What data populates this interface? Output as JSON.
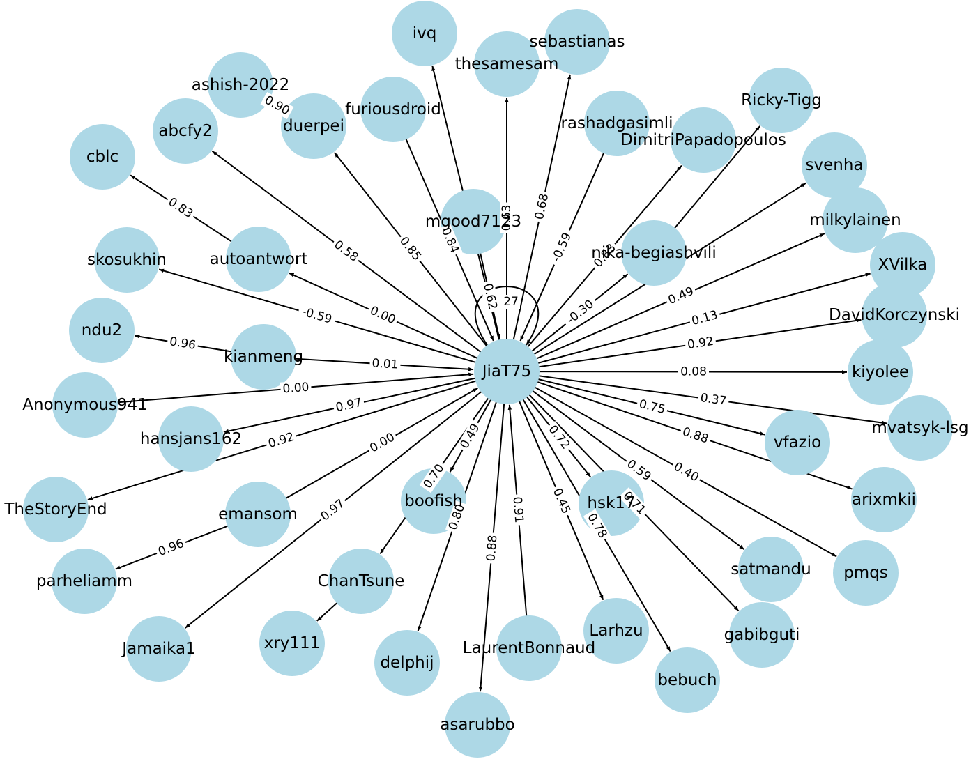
{
  "graph": {
    "center": "JiaT75",
    "self_loop_label": "27",
    "nodes": [
      {
        "id": "JiaT75"
      },
      {
        "id": "ivq"
      },
      {
        "id": "sebastianas"
      },
      {
        "id": "thesamesam"
      },
      {
        "id": "ashish-2022"
      },
      {
        "id": "furiousdroid"
      },
      {
        "id": "duerpei"
      },
      {
        "id": "abcfy2"
      },
      {
        "id": "rashadgasimli"
      },
      {
        "id": "Ricky-Tigg"
      },
      {
        "id": "DimitriPapadopoulos"
      },
      {
        "id": "cblc"
      },
      {
        "id": "svenha"
      },
      {
        "id": "mgood7123"
      },
      {
        "id": "milkylainen"
      },
      {
        "id": "nika-begiashvili"
      },
      {
        "id": "autoantwort"
      },
      {
        "id": "skosukhin"
      },
      {
        "id": "XVilka"
      },
      {
        "id": "ndu2"
      },
      {
        "id": "DavidKorczynski"
      },
      {
        "id": "kianmeng"
      },
      {
        "id": "kiyolee"
      },
      {
        "id": "Anonymous941"
      },
      {
        "id": "mvatsyk-lsg"
      },
      {
        "id": "hansjans162"
      },
      {
        "id": "vfazio"
      },
      {
        "id": "arixmkii"
      },
      {
        "id": "TheStoryEnd"
      },
      {
        "id": "emansom"
      },
      {
        "id": "boofish"
      },
      {
        "id": "hsk17"
      },
      {
        "id": "parheliamm"
      },
      {
        "id": "satmandu"
      },
      {
        "id": "pmqs"
      },
      {
        "id": "ChanTsune"
      },
      {
        "id": "gabibguti"
      },
      {
        "id": "Larhzu"
      },
      {
        "id": "Jamaika1"
      },
      {
        "id": "xry111"
      },
      {
        "id": "LaurentBonnaud"
      },
      {
        "id": "delphij"
      },
      {
        "id": "bebuch"
      },
      {
        "id": "asarubbo"
      }
    ],
    "edges": [
      {
        "source": "JiaT75",
        "target": "ivq",
        "label": ""
      },
      {
        "source": "JiaT75",
        "target": "thesamesam",
        "label": "0.63"
      },
      {
        "source": "JiaT75",
        "target": "sebastianas",
        "label": "0.68"
      },
      {
        "source": "rashadgasimli",
        "target": "JiaT75",
        "label": "-0.59"
      },
      {
        "source": "JiaT75",
        "target": "DimitriPapadopoulos",
        "label": "0.83"
      },
      {
        "source": "nika-begiashvili",
        "target": "Ricky-Tigg",
        "label": ""
      },
      {
        "source": "JiaT75",
        "target": "svenha",
        "label": ""
      },
      {
        "source": "JiaT75",
        "target": "nika-begiashvili",
        "label": "-0.30"
      },
      {
        "source": "JiaT75",
        "target": "milkylainen",
        "label": "0.49"
      },
      {
        "source": "JiaT75",
        "target": "XVilka",
        "label": "0.13"
      },
      {
        "source": "JiaT75",
        "target": "DavidKorczynski",
        "label": "0.92"
      },
      {
        "source": "JiaT75",
        "target": "kiyolee",
        "label": "0.08"
      },
      {
        "source": "JiaT75",
        "target": "mvatsyk-lsg",
        "label": "0.37"
      },
      {
        "source": "JiaT75",
        "target": "vfazio",
        "label": "0.75"
      },
      {
        "source": "JiaT75",
        "target": "arixmkii",
        "label": "0.88"
      },
      {
        "source": "JiaT75",
        "target": "pmqs",
        "label": "0.40"
      },
      {
        "source": "JiaT75",
        "target": "satmandu",
        "label": "0.59"
      },
      {
        "source": "JiaT75",
        "target": "hsk17",
        "label": "0.72"
      },
      {
        "source": "JiaT75",
        "target": "gabibguti",
        "label": "0.71"
      },
      {
        "source": "JiaT75",
        "target": "bebuch",
        "label": "0.78"
      },
      {
        "source": "JiaT75",
        "target": "Larhzu",
        "label": "0.45"
      },
      {
        "source": "LaurentBonnaud",
        "target": "JiaT75",
        "label": "0.91"
      },
      {
        "source": "JiaT75",
        "target": "asarubbo",
        "label": "0.88"
      },
      {
        "source": "JiaT75",
        "target": "delphij",
        "label": "0.80"
      },
      {
        "source": "JiaT75",
        "target": "boofish",
        "label": "0.49"
      },
      {
        "source": "JiaT75",
        "target": "ChanTsune",
        "label": "0.70"
      },
      {
        "source": "ChanTsune",
        "target": "xry111",
        "label": ""
      },
      {
        "source": "emansom",
        "target": "JiaT75",
        "label": "0.00"
      },
      {
        "source": "emansom",
        "target": "parheliamm",
        "label": "0.96"
      },
      {
        "source": "JiaT75",
        "target": "Jamaika1",
        "label": "0.97"
      },
      {
        "source": "JiaT75",
        "target": "TheStoryEnd",
        "label": "0.92"
      },
      {
        "source": "JiaT75",
        "target": "hansjans162",
        "label": "0.97"
      },
      {
        "source": "Anonymous941",
        "target": "JiaT75",
        "label": "0.00"
      },
      {
        "source": "kianmeng",
        "target": "JiaT75",
        "label": "0.01"
      },
      {
        "source": "kianmeng",
        "target": "ndu2",
        "label": "0.96"
      },
      {
        "source": "JiaT75",
        "target": "skosukhin",
        "label": "-0.59"
      },
      {
        "source": "JiaT75",
        "target": "autoantwort",
        "label": "0.00"
      },
      {
        "source": "autoantwort",
        "target": "cblc",
        "label": "0.83"
      },
      {
        "source": "JiaT75",
        "target": "abcfy2",
        "label": "0.58"
      },
      {
        "source": "JiaT75",
        "target": "duerpei",
        "label": "0.85"
      },
      {
        "source": "duerpei",
        "target": "ashish-2022",
        "label": "0.90"
      },
      {
        "source": "furiousdroid",
        "target": "JiaT75",
        "label": "0.84"
      },
      {
        "source": "mgood7123",
        "target": "JiaT75",
        "label": "0.62"
      }
    ]
  }
}
